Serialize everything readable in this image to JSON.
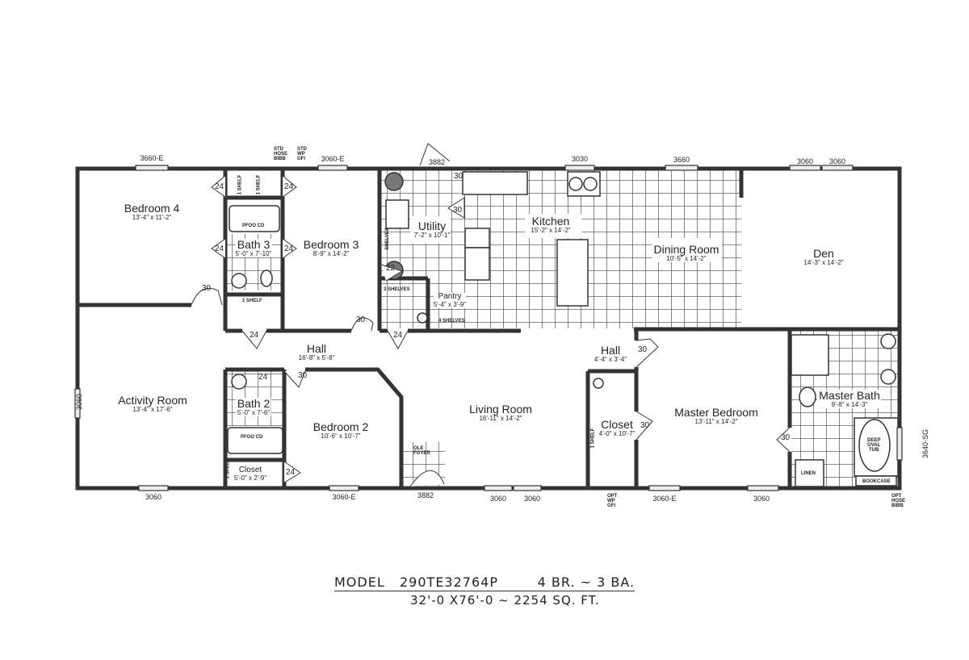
{
  "rooms": [
    {
      "name": "Bedroom 4",
      "dims": "13'-4\" x 11'-2\""
    },
    {
      "name": "Bath 3",
      "dims": "5'-0\" x 7'-10\""
    },
    {
      "name": "Bedroom 3",
      "dims": "8'-9\" x 14'-2\""
    },
    {
      "name": "Utility",
      "dims": "7'-2\" x 10'-1\""
    },
    {
      "name": "Kitchen",
      "dims": "15'-2\" x 14'-2\""
    },
    {
      "name": "Dining Room",
      "dims": "10'-5\" x 14'-2\""
    },
    {
      "name": "Den",
      "dims": "14'-3\" x 14'-2\""
    },
    {
      "name": "Pantry",
      "dims": "5'-4\" x 3'-9\""
    },
    {
      "name": "Hall",
      "dims": "16'-8\" x 5'-8\""
    },
    {
      "name": "Hall",
      "dims": "4'-4\" x 3'-4\""
    },
    {
      "name": "Activity Room",
      "dims": "13'-4\" x 17'-6\""
    },
    {
      "name": "Bath 2",
      "dims": "5'-0\" x 7'-6\""
    },
    {
      "name": "Bedroom 2",
      "dims": "10'-6\" x 10'-7\""
    },
    {
      "name": "Closet",
      "dims": "5'-0\" x 2'-9\""
    },
    {
      "name": "Living Room",
      "dims": "16'-11\" x 14'-2\""
    },
    {
      "name": "Closet",
      "dims": "4'-0\" x 10'-7\""
    },
    {
      "name": "Master Bedroom",
      "dims": "13'-11\" x 14'-2\""
    },
    {
      "name": "Master Bath",
      "dims": "9'-8\" x 14'-3\""
    }
  ],
  "windows": {
    "top": [
      "3660-E",
      "3060-E",
      "3882",
      "3030",
      "3660",
      "3060",
      "3060"
    ],
    "bottom": [
      "3060",
      "3060-E",
      "3882",
      "3060",
      "3060",
      "3060-E",
      "3060"
    ],
    "left": "3060",
    "right": "3640-SG"
  },
  "annotations": {
    "std_hose_bibb": [
      "STD",
      "HOSE",
      "BIBB"
    ],
    "std_wp_gfi": [
      "STD",
      "WP",
      "GFI"
    ],
    "opt_wp_gfi": [
      "OPT",
      "WP",
      "GFI"
    ],
    "opt_hose_bibb": [
      "OPT",
      "HOSE",
      "BIBB"
    ],
    "one_shelf": "1 SHELF",
    "three_shelves": "3 SHELVES",
    "four_shelves": "4 SHELVES",
    "shelves": "SHELVES",
    "tub": "PFOO CD",
    "deep_oval_tub": [
      "DEEP",
      "OVAL",
      "TUB"
    ],
    "linen": "LINEN",
    "bookcase": "BOOKCASE",
    "foyer": [
      "OLE",
      "FOYER"
    ]
  },
  "doors": [
    "24",
    "24",
    "24",
    "24",
    "30",
    "30",
    "24",
    "24",
    "30",
    "22",
    "30",
    "30",
    "24",
    "30",
    "30",
    "30",
    "24"
  ],
  "title": {
    "line1": "MODEL   290TE32764P        4 BR. ~ 3 BA.",
    "line2": "32'-0 X76'-0 ~ 2254 SQ. FT."
  }
}
